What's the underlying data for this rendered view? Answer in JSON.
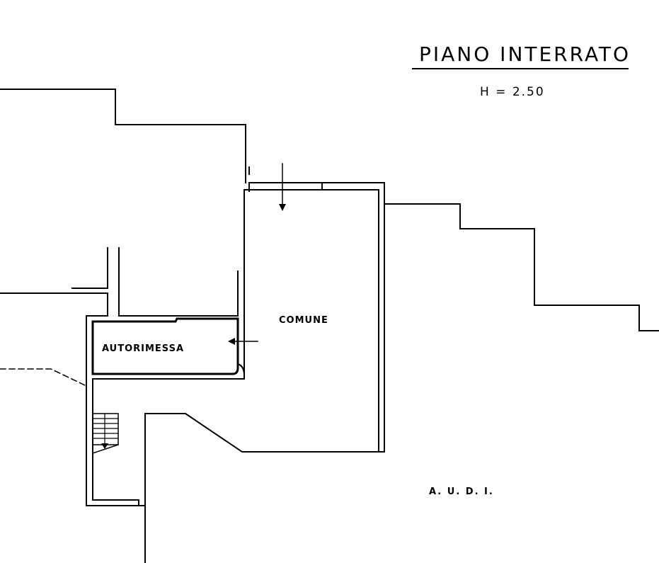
{
  "plan": {
    "title": "PIANO INTERRATO",
    "height_label": "H = 2.50",
    "author": "A. U. D. I."
  },
  "rooms": [
    {
      "name": "COMUNE"
    },
    {
      "name": "AUTORIMESSA"
    }
  ],
  "colors": {
    "ink": "#000000",
    "paper": "#ffffff"
  }
}
